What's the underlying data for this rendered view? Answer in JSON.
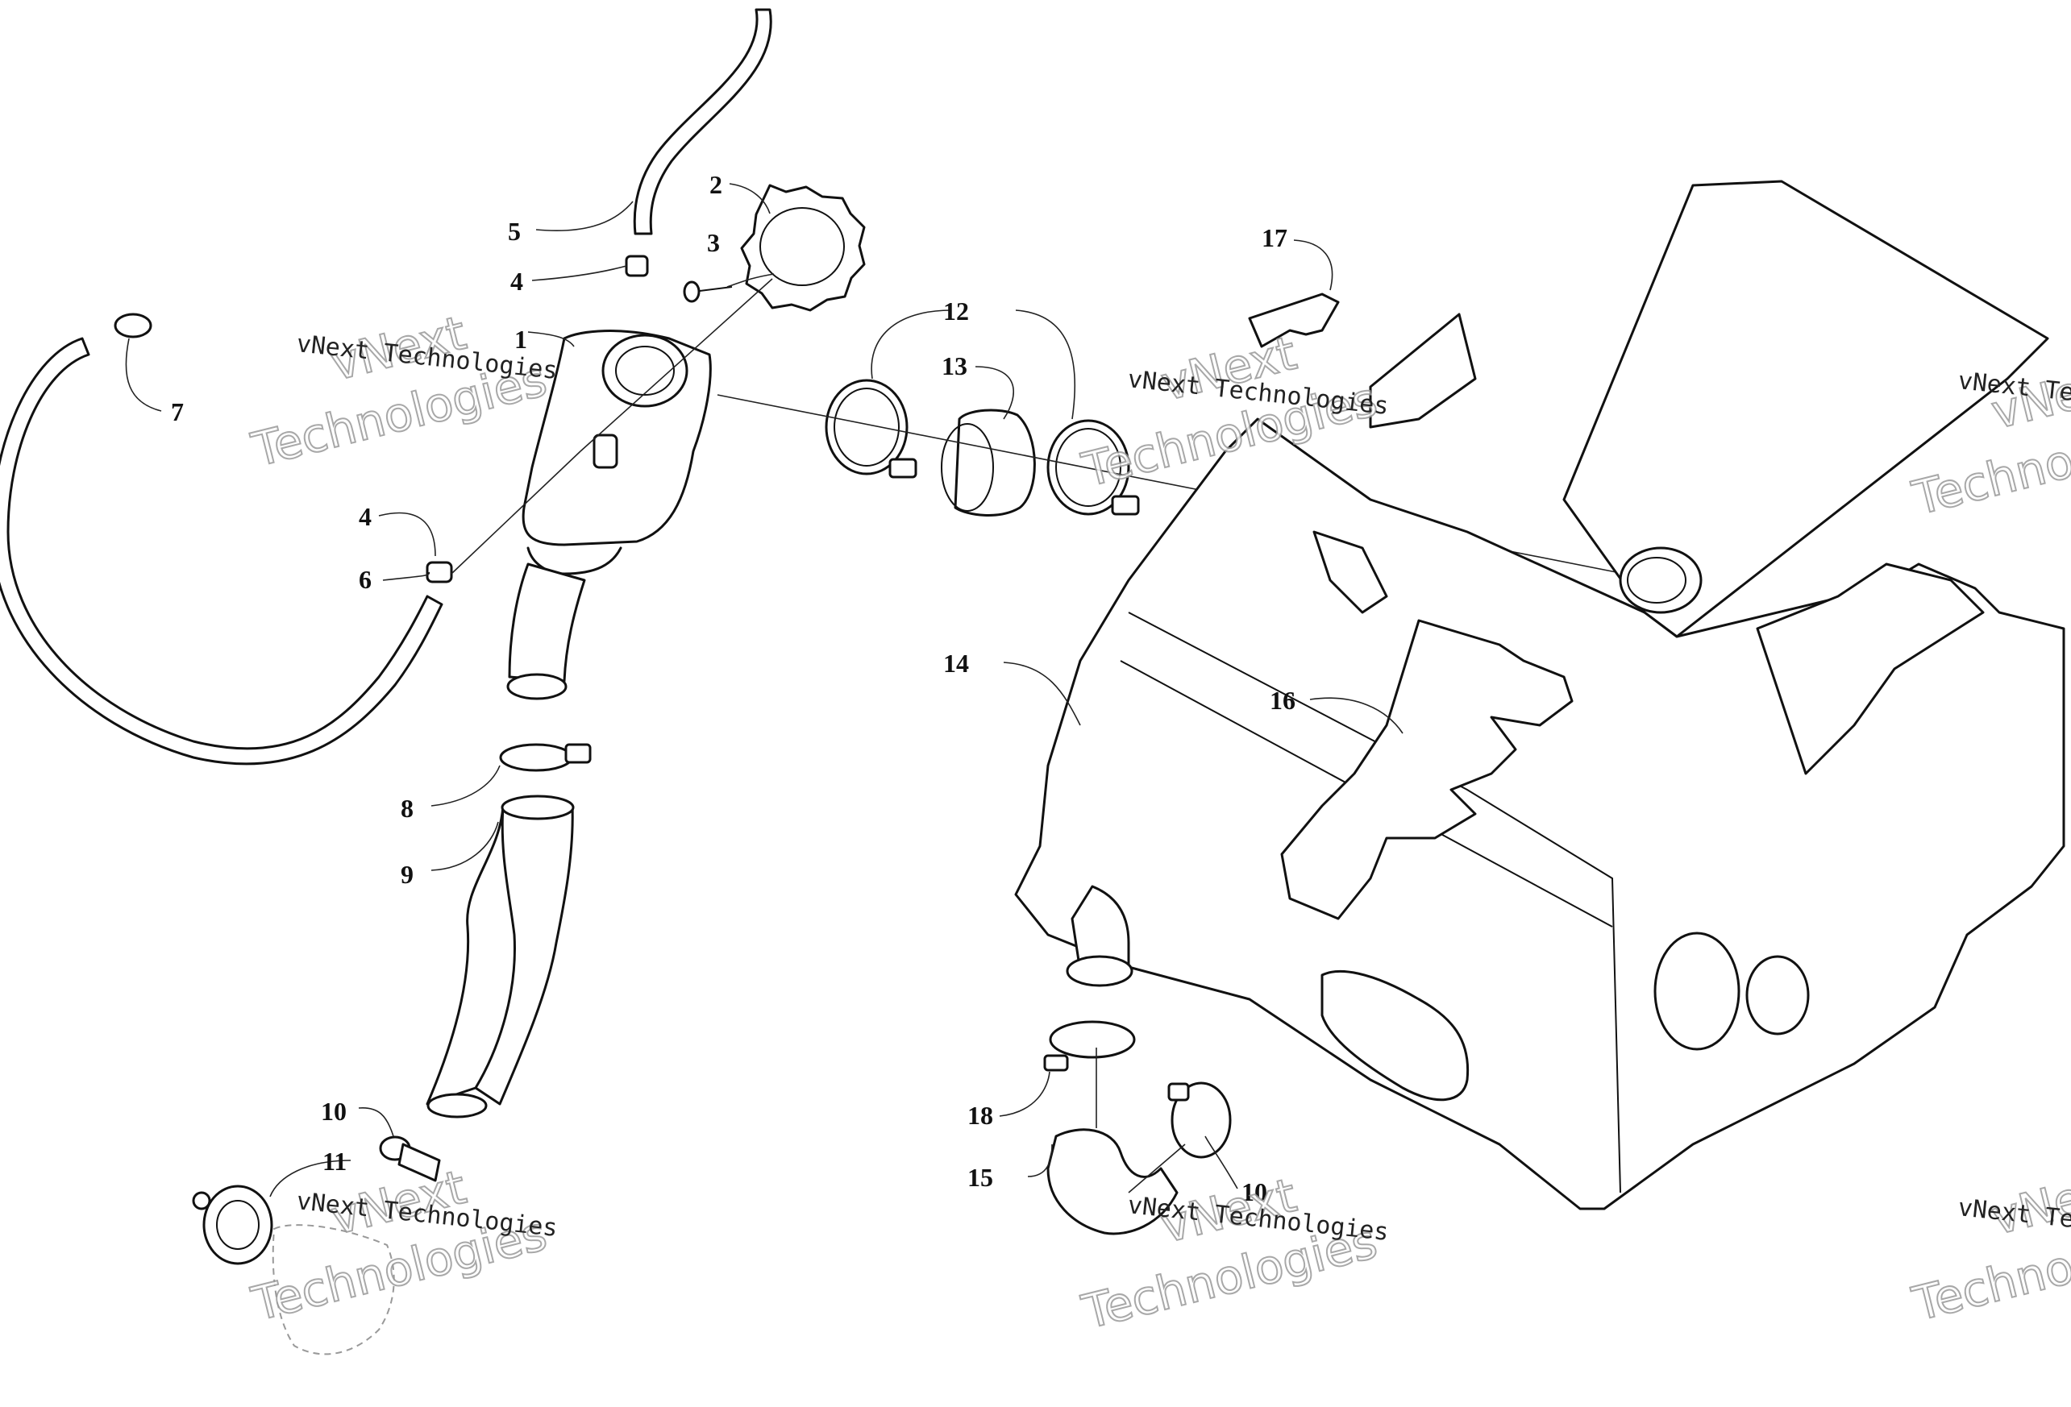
{
  "callouts": [
    "1",
    "2",
    "3",
    "4",
    "4",
    "5",
    "6",
    "7",
    "8",
    "9",
    "10",
    "10",
    "11",
    "12",
    "13",
    "14",
    "15",
    "16",
    "17",
    "18"
  ],
  "watermark": {
    "brand": "vNext",
    "text": "vNext Technologies",
    "big": "Technologies"
  }
}
